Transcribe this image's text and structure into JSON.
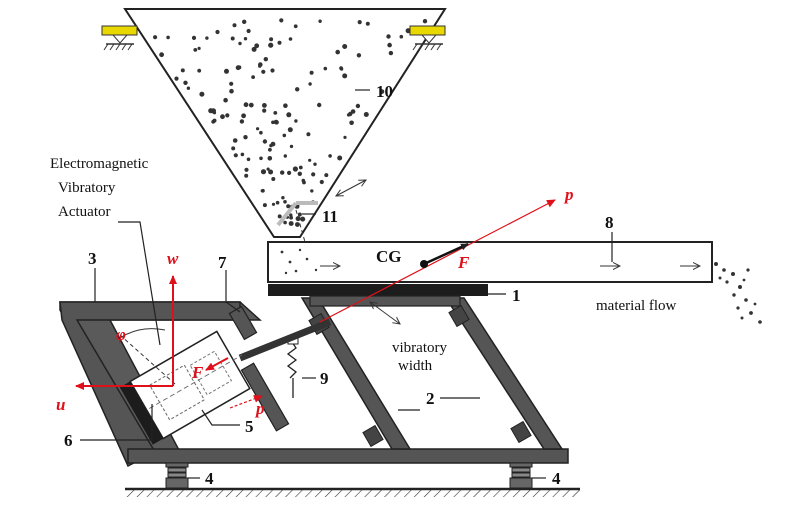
{
  "labels": {
    "actuator_line1": "Electromagnetic",
    "actuator_line2": "Vibratory",
    "actuator_line3": "Actuator",
    "cg": "CG",
    "material_flow": "material flow",
    "vibratory_line1": "vibratory",
    "vibratory_line2": "width"
  },
  "parts": {
    "n1": "1",
    "n2": "2",
    "n3": "3",
    "n4a": "4",
    "n4b": "4",
    "n5": "5",
    "n6": "6",
    "n7": "7",
    "n8": "8",
    "n9": "9",
    "n10": "10",
    "n11": "11"
  },
  "forces": {
    "p_top": "p",
    "F_top": "F",
    "w": "w",
    "u": "u",
    "phi": "φ",
    "F_act": "F",
    "p_act": "p"
  },
  "colors": {
    "force": "#e0101a",
    "frame": "#555555",
    "frame_dark": "#333333",
    "nozzle": "#bbbbbb"
  }
}
